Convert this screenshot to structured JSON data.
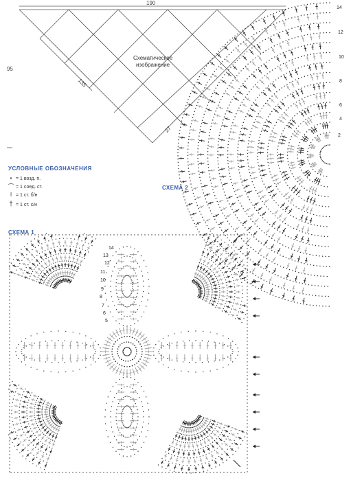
{
  "schematic": {
    "top_width": "190",
    "side_height": "95",
    "diag_left": "135",
    "diag_bottom": "27",
    "caption_line1": "Схематическое",
    "caption_line2": "изображение"
  },
  "legend": {
    "title": "Условные обозначения",
    "items": [
      {
        "symbol": "•",
        "icon": "chain-dot-icon",
        "text": "= 1 возд. п."
      },
      {
        "symbol": "⌒",
        "icon": "slip-stitch-arc-icon",
        "text": "= 1 соед. ст."
      },
      {
        "symbol": "ǀ",
        "icon": "single-crochet-icon",
        "text": "= 1 ст. б/н"
      },
      {
        "symbol": "†",
        "icon": "double-crochet-icon",
        "text": "= 1 ст. с/н"
      }
    ]
  },
  "scheme2": {
    "label": "Схема 2",
    "row_numbers": [
      "14",
      "12",
      "10",
      "8",
      "6",
      "4",
      "2"
    ]
  },
  "scheme1": {
    "label": "Схема 1",
    "row_numbers": [
      "14",
      "13",
      "12",
      "11",
      "10",
      "9",
      "8",
      "7",
      "6",
      "5"
    ]
  },
  "colors": {
    "ink": "#1a1a1a",
    "grey_stitch": "#9a9a9a",
    "accent": "#3a5fa8"
  }
}
